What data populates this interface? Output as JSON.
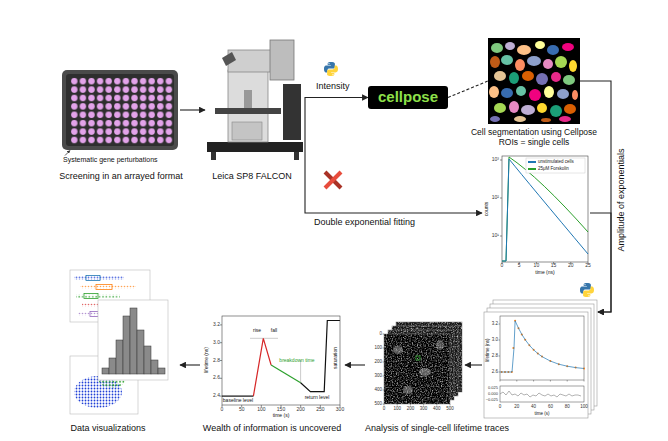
{
  "diagram": {
    "nodes": [
      {
        "text": [
          "Screening in an arrayed format"
        ]
      },
      {
        "text": [
          "Leica SP8 FALCON"
        ]
      },
      {
        "text": [
          "cellpose"
        ]
      },
      {
        "text": [
          "Cell segmentation using Cellpose ROIs = single cells"
        ]
      },
      {
        "text": [
          "counts",
          "time (ns)"
        ]
      },
      {
        "text": [
          "lifetime (ns)",
          "time (s)"
        ]
      },
      {
        "text": [
          "Analysis of single-cell lifetime traces"
        ]
      },
      {
        "text": [
          "Wealth of information is uncovered"
        ]
      },
      {
        "text": [
          "Data visualizations"
        ]
      }
    ],
    "edges": [
      {
        "from": 0,
        "to": 1,
        "arrow": "to"
      },
      {
        "from": 1,
        "to": 2,
        "label": "Intensity",
        "arrow": "to"
      },
      {
        "from": 1,
        "to": 4,
        "label": "Double exponential fitting",
        "arrow": "to"
      },
      {
        "from": 2,
        "to": 3,
        "arrow": "none"
      },
      {
        "from": 3,
        "to": 5,
        "label": "Amplitude of exponentials",
        "arrow": "to"
      },
      {
        "from": 4,
        "to": 5,
        "arrow": "to"
      },
      {
        "from": 5,
        "to": 6,
        "arrow": "to"
      },
      {
        "from": 6,
        "to": 7,
        "arrow": "to"
      },
      {
        "from": 7,
        "to": 8,
        "arrow": "to"
      }
    ],
    "labels": [
      "Systematic gene perturbations",
      "0",
      "5",
      "10",
      "15",
      "20",
      "25",
      "10³",
      "10²",
      "10¹",
      "3.2",
      "3.0",
      "2.8",
      "2.6",
      "0.025",
      "0.000",
      "−0.025",
      "0",
      "20",
      "40",
      "60",
      "80",
      "100",
      "0",
      "100",
      "200",
      "300",
      "400",
      "500",
      "0",
      "100",
      "200",
      "300",
      "400",
      "500",
      "2.4",
      "2.6",
      "2.8",
      "3.0",
      "3.2",
      "0",
      "50",
      "100",
      "150",
      "200",
      "250",
      "300",
      "rise",
      "fall",
      "baseline level",
      "return level",
      "saturation",
      "breakdown time",
      "lifetime (ns)",
      "time (s)"
    ],
    "legend": [
      {
        "text": "unstimulated cells",
        "color": "#1f77b4"
      },
      {
        "text": "25μM Forskolin",
        "color": "#2ca02c"
      }
    ]
  }
}
